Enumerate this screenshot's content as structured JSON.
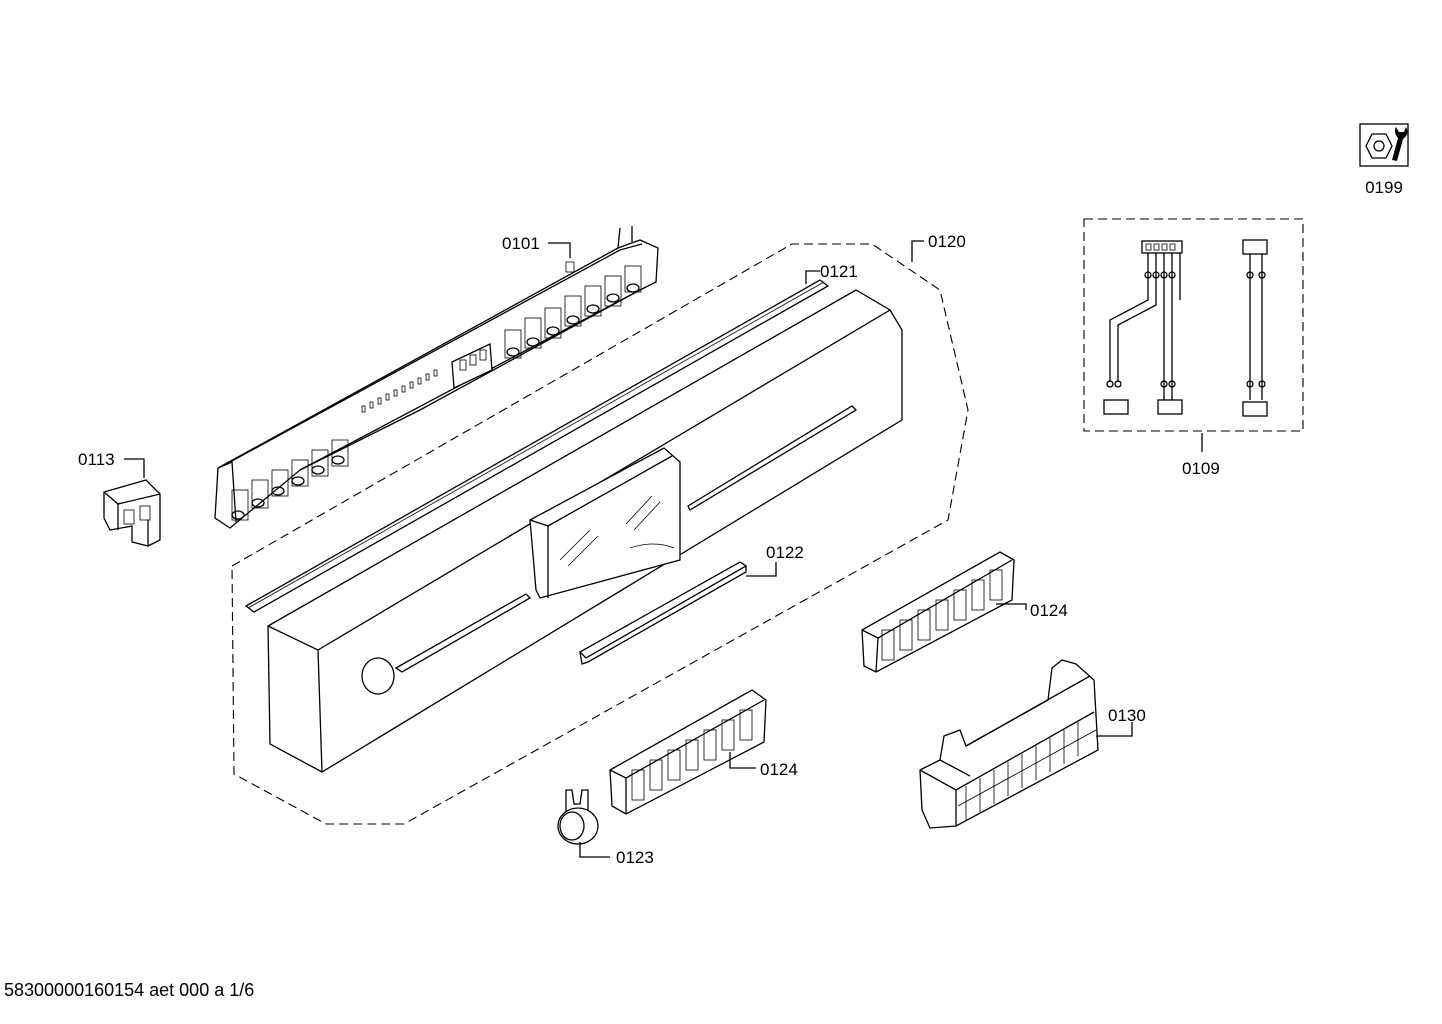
{
  "diagram": {
    "part_labels": {
      "p0101": "0101",
      "p0109": "0109",
      "p0113": "0113",
      "p0120": "0120",
      "p0121": "0121",
      "p0122": "0122",
      "p0123": "0123",
      "p0124a": "0124",
      "p0124b": "0124",
      "p0130": "0130",
      "p0199": "0199"
    },
    "icons": {
      "p0199": "nut-and-wrench-icon"
    }
  },
  "footer": {
    "document_code": "58300000160154 aet 000 a 1/6"
  }
}
